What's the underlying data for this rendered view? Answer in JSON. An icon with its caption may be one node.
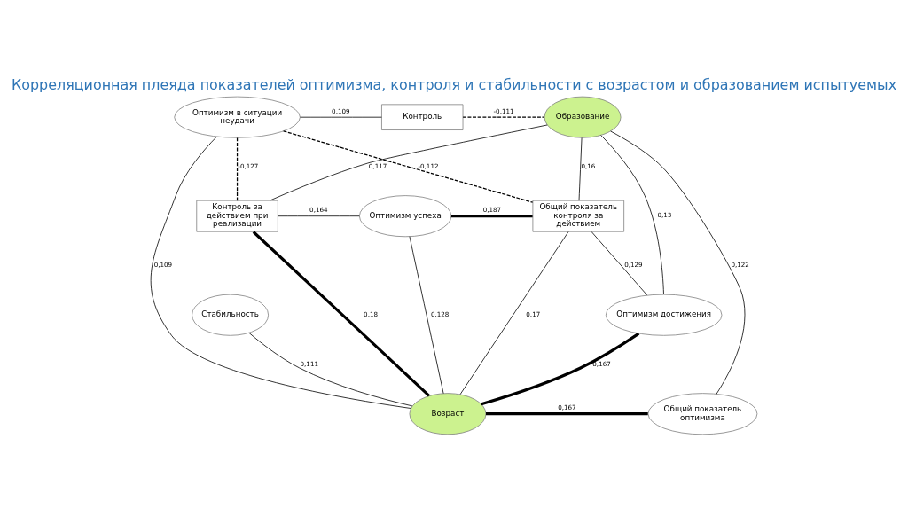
{
  "diagram": {
    "title": "Корреляционная плеяда показателей оптимизма, контроля и стабильности с возрастом и образованием испытуемых",
    "nodes": [
      {
        "text": [
          "Оптимизм в ситуации неудачи"
        ]
      },
      {
        "text": [
          "Контроль"
        ]
      },
      {
        "text": [
          "Образование"
        ]
      },
      {
        "text": [
          "Стабильность"
        ]
      },
      {
        "text": [
          "Контроль за действием при реализации"
        ]
      },
      {
        "text": [
          "Оптимизм успеха"
        ]
      },
      {
        "text": [
          "Общий показатель контроля за действием"
        ]
      },
      {
        "text": [
          "Оптимизм достижения"
        ]
      },
      {
        "text": [
          "Возраст"
        ]
      },
      {
        "text": [
          "Общий показатель оптимизма"
        ]
      }
    ],
    "edges": [
      {
        "from": 0,
        "to": 1,
        "arrow": "none",
        "label": "0,109"
      },
      {
        "from": 1,
        "to": 2,
        "arrow": "none",
        "label": "-0,111",
        "style": "dashed"
      },
      {
        "from": 0,
        "to": 8,
        "arrow": "none",
        "label": "0,109"
      },
      {
        "from": 0,
        "to": 4,
        "arrow": "none",
        "label": "-0,127",
        "style": "dashed"
      },
      {
        "from": 0,
        "to": 6,
        "arrow": "none",
        "label": "-0,112",
        "style": "dashed"
      },
      {
        "from": 2,
        "to": 4,
        "arrow": "none",
        "label": "0,117"
      },
      {
        "from": 2,
        "to": 6,
        "arrow": "none",
        "label": "0,16"
      },
      {
        "from": 2,
        "to": 7,
        "arrow": "none",
        "label": "0,13"
      },
      {
        "from": 2,
        "to": 9,
        "arrow": "none",
        "label": "0,122"
      },
      {
        "from": 3,
        "to": 8,
        "arrow": "none",
        "label": "0,111"
      },
      {
        "from": 4,
        "to": 5,
        "arrow": "none",
        "label": "0,164"
      },
      {
        "from": 5,
        "to": 6,
        "arrow": "none",
        "label": "0,187",
        "style": "thick"
      },
      {
        "from": 4,
        "to": 8,
        "arrow": "none",
        "label": "0,18",
        "style": "thick"
      },
      {
        "from": 5,
        "to": 8,
        "arrow": "none",
        "label": "0,128"
      },
      {
        "from": 6,
        "to": 8,
        "arrow": "none",
        "label": "0,17"
      },
      {
        "from": 6,
        "to": 7,
        "arrow": "none",
        "label": "0,129"
      },
      {
        "from": 7,
        "to": 8,
        "arrow": "none",
        "label": "0,167",
        "style": "thick"
      },
      {
        "from": 8,
        "to": 9,
        "arrow": "none",
        "label": "0,167",
        "style": "thick"
      }
    ]
  }
}
